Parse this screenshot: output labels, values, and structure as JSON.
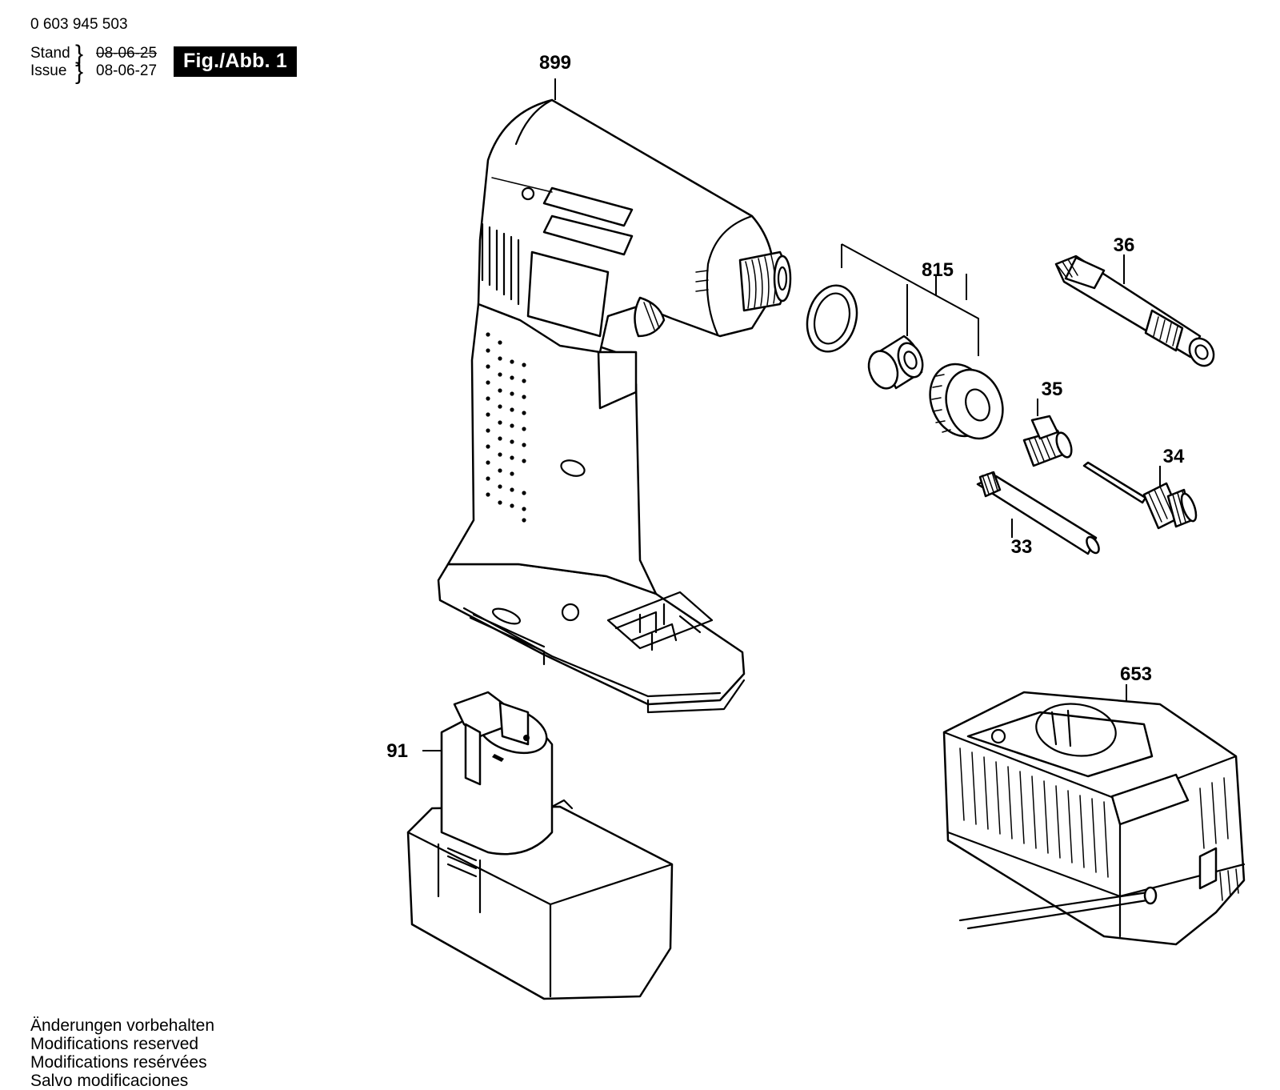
{
  "header": {
    "part_number": "0 603 945 503",
    "stand_label": "Stand",
    "issue_label": "Issue",
    "stand_date": "08-06-25",
    "issue_date": "08-06-27",
    "figure_badge": "Fig./Abb. 1"
  },
  "callouts": {
    "c899": "899",
    "c815": "815",
    "c36": "36",
    "c35": "35",
    "c34": "34",
    "c33": "33",
    "c91": "91",
    "c653": "653"
  },
  "footer": {
    "line_de": "Änderungen vorbehalten",
    "line_en": "Modifications reserved",
    "line_fr": "Modifications resérvées",
    "line_es": "Salvo modificaciones"
  }
}
